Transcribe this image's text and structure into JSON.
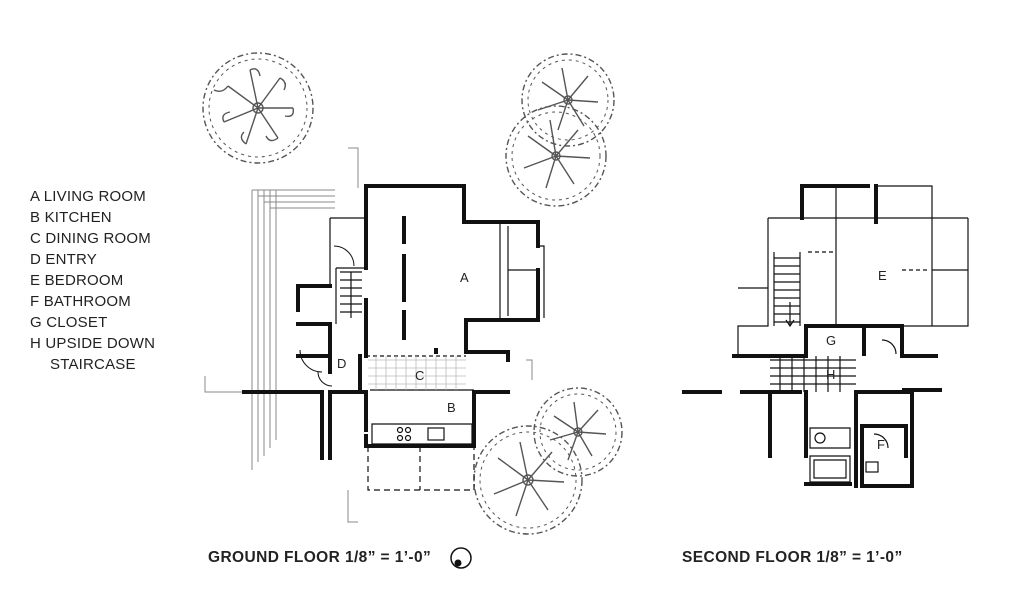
{
  "legend": [
    "A LIVING ROOM",
    "B KITCHEN",
    "C DINING ROOM",
    "D ENTRY",
    "E BEDROOM",
    "F BATHROOM",
    "G CLOSET",
    "H UPSIDE DOWN",
    "STAIRCASE"
  ],
  "captions": {
    "ground": "GROUND FLOOR 1/8” = 1’-0”",
    "second": "SECOND FLOOR 1/8” = 1’-0”"
  },
  "ground_rooms": {
    "A": "A",
    "B": "B",
    "C": "C",
    "D": "D"
  },
  "second_rooms": {
    "E": "E",
    "F": "F",
    "G": "G",
    "H": "H"
  },
  "colors": {
    "ink": "#1a1a1a",
    "wall": "#111111",
    "tree": "#555555",
    "tile": "#bbbbbb"
  }
}
